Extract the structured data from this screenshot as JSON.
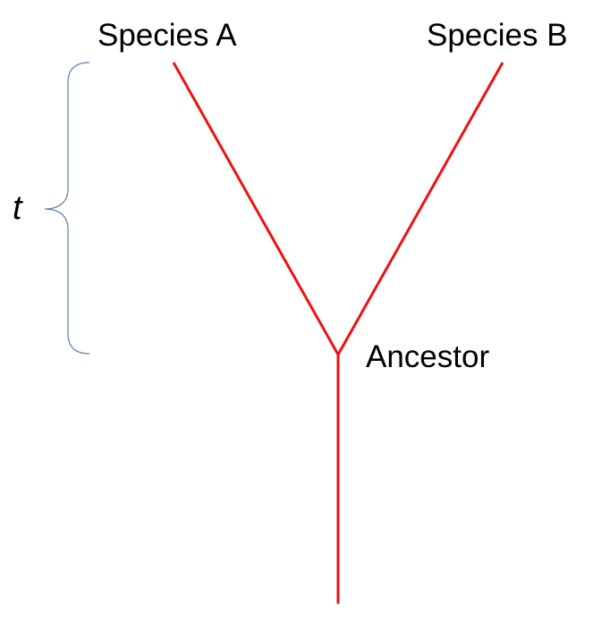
{
  "labels": {
    "species_a": "Species A",
    "species_b": "Species B",
    "ancestor": "Ancestor",
    "time": "t"
  },
  "colors": {
    "branch": "#ee1111",
    "brace": "#5b7fae",
    "text": "#000000"
  }
}
